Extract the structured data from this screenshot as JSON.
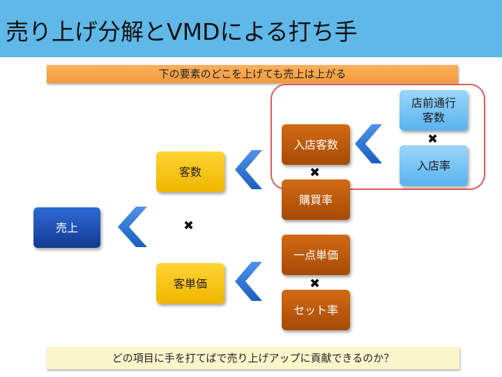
{
  "title": "売り上げ分解とVMDによる打ち手",
  "banner": "下の要素のどこを上げても売上は上がる",
  "footer": "どの項目に手を打てばで売り上げアップに貢献できるのか？",
  "operator": "✖",
  "nodes": {
    "sales": "売上",
    "customers": "客数",
    "unit_price": "客単価",
    "visitors": "入店客数",
    "purchase_rate": "購買率",
    "item_price": "一点単価",
    "set_rate": "セット率",
    "passersby_line1": "店前通行",
    "passersby_line2": "客数",
    "entry_rate": "入店率"
  },
  "colors": {
    "title_bar": "#5fb8e8",
    "banner": "#f6a343",
    "navy_box": "#1f4fae",
    "yellow_box": "#f7c600",
    "brown_box": "#bb5a0b",
    "light_blue_box": "#7cc6f5",
    "chevron": "#2a73d4",
    "highlight_ring": "#e0575a",
    "footer": "#fbf5cc"
  }
}
